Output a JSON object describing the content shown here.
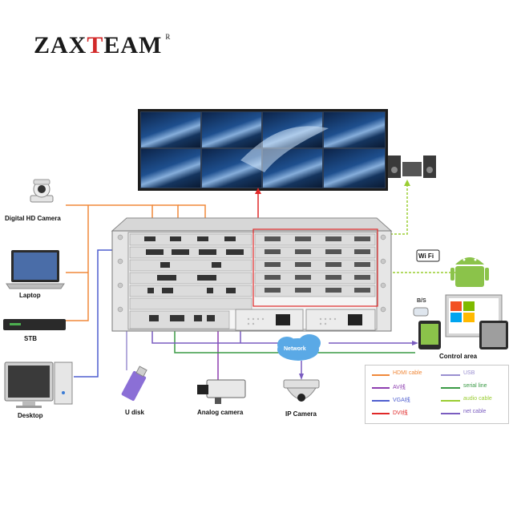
{
  "brand": {
    "name_prefix": "ZAX",
    "name_accent": "T",
    "name_suffix": "EAM",
    "registered": "R"
  },
  "devices": {
    "camera": "Digital HD Camera",
    "laptop": "Laptop",
    "stb": "STB",
    "desktop": "Desktop",
    "udisk": "U disk",
    "analog_camera": "Analog camera",
    "ip_camera": "IP Camera",
    "control_area": "Control area",
    "network": "Network",
    "wifi": "Wi Fi",
    "bs": "B/S"
  },
  "legend": {
    "hdmi": "HDMI cable",
    "usb": "USB",
    "av": "AV线",
    "serial": "serial line",
    "vga": "VGA线",
    "audio": "audio cable",
    "dvi": "DVI线",
    "net": "net cable"
  },
  "colors": {
    "hdmi": "#f0883a",
    "usb": "#9a8fd0",
    "av": "#8e3fb0",
    "serial": "#3a9a45",
    "vga": "#4f5fcf",
    "audio": "#9acd32",
    "dvi": "#e02828",
    "net": "#7a5cc0",
    "brand_accent": "#d22a2a"
  }
}
